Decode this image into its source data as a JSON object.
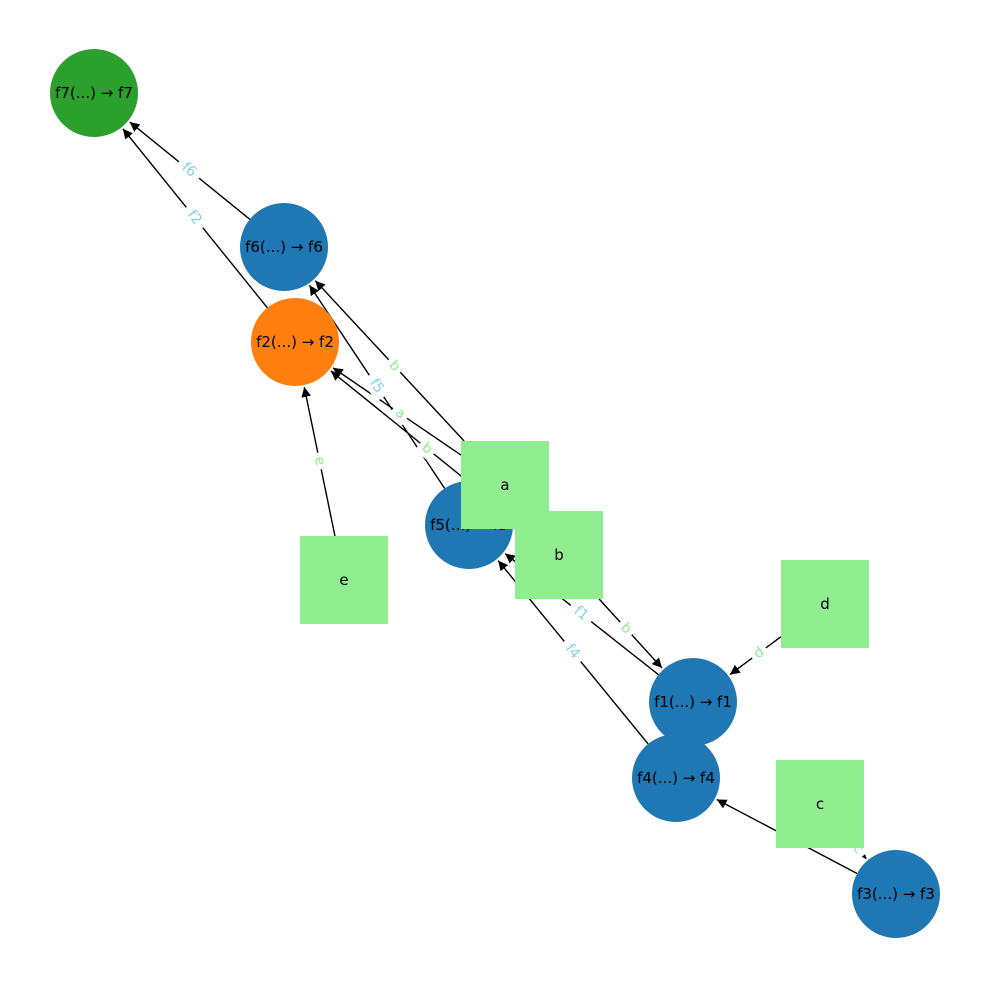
{
  "colors": {
    "input_node": "#90ee90",
    "function_node": "#1f77b4",
    "output_node": "#2ca02c",
    "highlight_node": "#ff7f0e",
    "function_edge_label": "#87ceeb",
    "input_edge_label": "#90ee90",
    "edge": "#000000"
  },
  "nodes": [
    {
      "id": "f7",
      "label": "f7(...) → f7",
      "shape": "circle",
      "color": "#2ca02c"
    },
    {
      "id": "f6",
      "label": "f6(...) → f6",
      "shape": "circle",
      "color": "#1f77b4"
    },
    {
      "id": "f2",
      "label": "f2(...) → f2",
      "shape": "circle",
      "color": "#ff7f0e"
    },
    {
      "id": "f5",
      "label": "f5(...) → f5",
      "shape": "circle",
      "color": "#1f77b4"
    },
    {
      "id": "f1",
      "label": "f1(...) → f1",
      "shape": "circle",
      "color": "#1f77b4"
    },
    {
      "id": "f4",
      "label": "f4(...) → f4",
      "shape": "circle",
      "color": "#1f77b4"
    },
    {
      "id": "f3",
      "label": "f3(...) → f3",
      "shape": "circle",
      "color": "#1f77b4"
    },
    {
      "id": "a",
      "label": "a",
      "shape": "square",
      "color": "#90ee90"
    },
    {
      "id": "b",
      "label": "b",
      "shape": "square",
      "color": "#90ee90"
    },
    {
      "id": "c",
      "label": "c",
      "shape": "square",
      "color": "#90ee90"
    },
    {
      "id": "d",
      "label": "d",
      "shape": "square",
      "color": "#90ee90"
    },
    {
      "id": "e",
      "label": "e",
      "shape": "square",
      "color": "#90ee90"
    }
  ],
  "edges": [
    {
      "from": "f6",
      "to": "f7",
      "label": "f6",
      "label_color": "#87ceeb"
    },
    {
      "from": "f2",
      "to": "f7",
      "label": "f2",
      "label_color": "#87ceeb"
    },
    {
      "from": "f5",
      "to": "f6",
      "label": "f5",
      "label_color": "#87ceeb"
    },
    {
      "from": "a",
      "to": "f6",
      "label": "b",
      "label_color": "#90ee90"
    },
    {
      "from": "a",
      "to": "f2",
      "label": "a",
      "label_color": "#90ee90"
    },
    {
      "from": "b",
      "to": "f2",
      "label": "b",
      "label_color": "#90ee90"
    },
    {
      "from": "e",
      "to": "f2",
      "label": "e",
      "label_color": "#90ee90"
    },
    {
      "from": "f1",
      "to": "f5",
      "label": "f1",
      "label_color": "#87ceeb"
    },
    {
      "from": "f4",
      "to": "f5",
      "label": "f4",
      "label_color": "#87ceeb"
    },
    {
      "from": "b",
      "to": "f1",
      "label": "b",
      "label_color": "#90ee90"
    },
    {
      "from": "d",
      "to": "f1",
      "label": "d",
      "label_color": "#90ee90"
    },
    {
      "from": "c",
      "to": "f3",
      "label": "c",
      "label_color": "#90ee90"
    },
    {
      "from": "f3",
      "to": "f4",
      "label": "",
      "label_color": "#87ceeb"
    }
  ]
}
